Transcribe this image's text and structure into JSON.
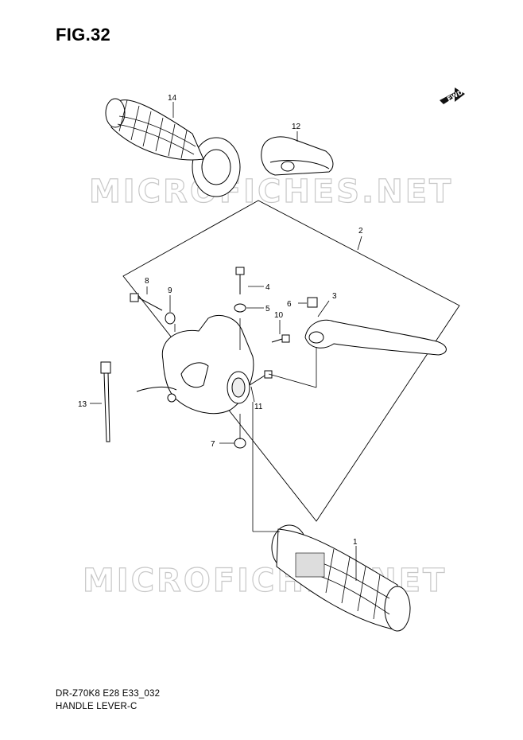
{
  "figure": {
    "title": "FIG.32",
    "model_code": "DR-Z70K8 E28 E33_032",
    "section_name": "HANDLE LEVER-C"
  },
  "watermarks": [
    "MICROFICHES.NET",
    "MICROFICHES.NET"
  ],
  "fwd_label": "FWD",
  "callouts": [
    {
      "id": "1",
      "label": "1"
    },
    {
      "id": "2",
      "label": "2"
    },
    {
      "id": "3",
      "label": "3"
    },
    {
      "id": "4",
      "label": "4"
    },
    {
      "id": "5",
      "label": "5"
    },
    {
      "id": "6",
      "label": "6"
    },
    {
      "id": "7",
      "label": "7"
    },
    {
      "id": "8",
      "label": "8"
    },
    {
      "id": "9",
      "label": "9"
    },
    {
      "id": "10",
      "label": "10"
    },
    {
      "id": "11",
      "label": "11"
    },
    {
      "id": "12",
      "label": "12"
    },
    {
      "id": "13",
      "label": "13"
    },
    {
      "id": "14",
      "label": "14"
    }
  ]
}
